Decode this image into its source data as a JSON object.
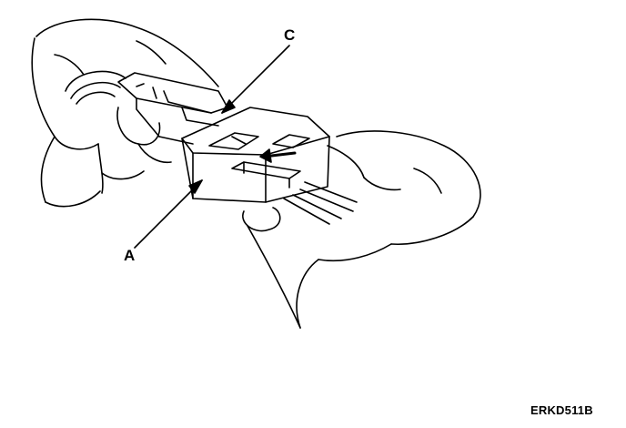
{
  "callouts": {
    "a": "A",
    "c": "C"
  },
  "figure_code": "ERKD511B",
  "colors": {
    "ink": "#000000",
    "paper": "#ffffff"
  }
}
